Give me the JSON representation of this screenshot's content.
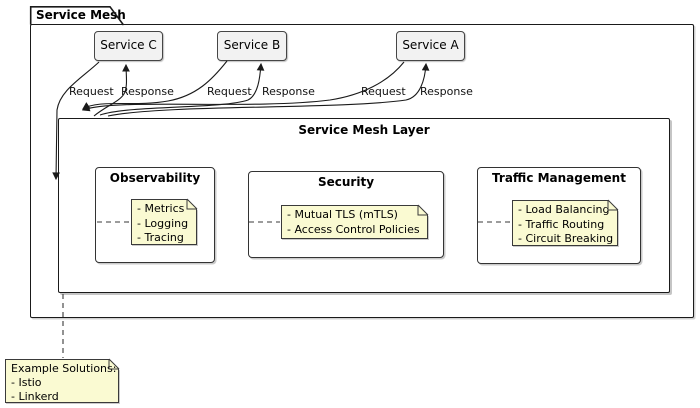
{
  "frame": {
    "tab_label": "Service Mesh"
  },
  "inner_frame": {
    "title": "Service Mesh Layer"
  },
  "services": [
    {
      "label": "Service C"
    },
    {
      "label": "Service B"
    },
    {
      "label": "Service A"
    }
  ],
  "edge_labels": [
    {
      "label": "Request"
    },
    {
      "label": "Response"
    },
    {
      "label": "Request"
    },
    {
      "label": "Response"
    },
    {
      "label": "Request"
    },
    {
      "label": "Response"
    }
  ],
  "components": [
    {
      "title": "Observability",
      "note_lines": [
        "- Metrics",
        "- Logging",
        "- Tracing"
      ]
    },
    {
      "title": "Security",
      "note_lines": [
        "- Mutual TLS (mTLS)",
        "- Access Control Policies"
      ]
    },
    {
      "title": "Traffic Management",
      "note_lines": [
        "- Load Balancing",
        "- Traffic Routing",
        "- Circuit Breaking"
      ]
    }
  ],
  "example_note": {
    "lines": [
      "Example Solutions:",
      "- Istio",
      "- Linkerd"
    ]
  },
  "colors": {
    "note_bg": "#FAFAD2",
    "service_box_bg": "#F2F2F2",
    "border": "#1A1A1A",
    "frame_bg": "#FFFFFF"
  }
}
